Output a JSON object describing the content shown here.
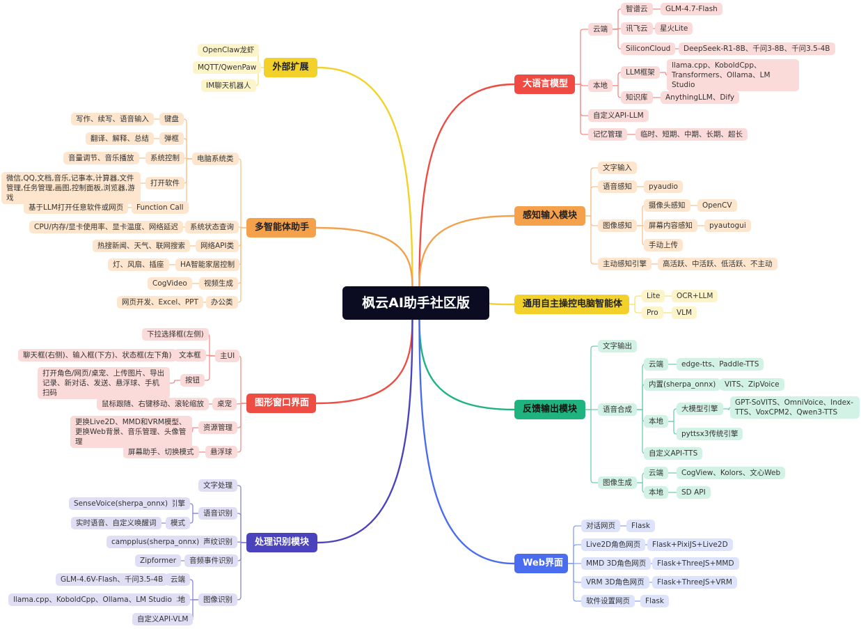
{
  "central": {
    "label": "枫云AI助手社区版"
  },
  "branches": {
    "ext": {
      "label": "外部扩展",
      "color": "#f2d22a",
      "items": [
        "OpenClaw龙虾",
        "MQTT/QwenPaw",
        "IM聊天机器人"
      ]
    },
    "llm": {
      "label": "大语言模型",
      "color": "#ef4b43",
      "cloud": {
        "label": "云端",
        "zhipu": {
          "label": "智谱云",
          "value": "GLM-4.7-Flash"
        },
        "xunfei": {
          "label": "讯飞云",
          "value": "星火Lite"
        },
        "silicon": {
          "label": "SiliconCloud",
          "value": "DeepSeek-R1-8B、千问3-8B、千问3.5-4B"
        }
      },
      "local": {
        "label": "本地",
        "framework": {
          "label": "LLM框架",
          "value": "llama.cpp、KoboldCpp、Transformers、Ollama、LM Studio"
        },
        "kb": {
          "label": "知识库",
          "value": "AnythingLLM、Dify"
        }
      },
      "custom": "自定义API-LLM",
      "memory": {
        "label": "记忆管理",
        "value": "临时、短期、中期、长期、超长"
      }
    },
    "multi": {
      "label": "多智能体助手",
      "color": "#f5a14b",
      "pc": {
        "label": "电脑系统类",
        "keyboard": {
          "label": "键盘",
          "value": "写作、续写、语音输入"
        },
        "popup": {
          "label": "弹框",
          "value": "翻译、解释、总结"
        },
        "sysctl": {
          "label": "系统控制",
          "value": "音量调节、音乐播放"
        },
        "openapp": {
          "label": "打开软件",
          "value": "微信,QQ,文档,音乐,记事本,计算器,文件管理,任务管理,画图,控制面板,浏览器,游戏"
        },
        "fc": {
          "label": "Function Call",
          "value": "基于LLM打开任意软件或网页"
        }
      },
      "status": {
        "label": "系统状态查询",
        "value": "CPU/内存/显卡使用率、显卡温度、网络延迟"
      },
      "netapi": {
        "label": "网络API类",
        "value": "热搜新闻、天气、联网搜索"
      },
      "ha": {
        "label": "HA智能家居控制",
        "value": "灯、风扇、插座"
      },
      "video": {
        "label": "视频生成",
        "value": "CogVideo"
      },
      "office": {
        "label": "办公类",
        "value": "网页开发、Excel、PPT"
      }
    },
    "perc": {
      "label": "感知输入模块",
      "color": "#f5a14b",
      "text": "文字输入",
      "voice": {
        "label": "语音感知",
        "value": "pyaudio"
      },
      "image": {
        "label": "图像感知",
        "cam": {
          "label": "摄像头感知",
          "value": "OpenCV"
        },
        "screen": {
          "label": "屏幕内容感知",
          "value": "pyautogui"
        },
        "upload": "手动上传"
      },
      "active": {
        "label": "主动感知引擎",
        "value": "高活跃、中活跃、低活跃、不主动"
      }
    },
    "agent": {
      "label": "通用自主操控电脑智能体",
      "color": "#f2d22a",
      "lite": {
        "label": "Lite",
        "value": "OCR+LLM"
      },
      "pro": {
        "label": "Pro",
        "value": "VLM"
      }
    },
    "gui": {
      "label": "图形窗口界面",
      "color": "#ee4d44",
      "mainui": {
        "label": "主UI",
        "dropdown": "下拉选择框(左侧)",
        "textbox": {
          "label": "文本框",
          "value": "聊天框(右侧)、输入框(下方)、状态框(左下角)"
        },
        "buttons": {
          "label": "按钮",
          "value": "打开角色/网页/桌宠、上传图片、导出记录、新对话、发送、悬浮球、手机扫码"
        }
      },
      "pet": {
        "label": "桌宠",
        "value": "鼠标跟随、右键移动、滚轮缩放"
      },
      "res": {
        "label": "资源管理",
        "value": "更换Live2D、MMD和VRM模型、更换Web背景、音乐管理、头像管理"
      },
      "float": {
        "label": "悬浮球",
        "value": "屏幕助手、切换模式"
      }
    },
    "fb": {
      "label": "反馈输出模块",
      "color": "#1fb47f",
      "text": "文字输出",
      "tts": {
        "label": "语音合成",
        "cloud": {
          "label": "云端",
          "value": "edge-tts、Paddle-TTS"
        },
        "builtin": {
          "label": "内置(sherpa_onnx)",
          "value": "VITS、ZipVoice"
        },
        "local": {
          "label": "本地",
          "big": {
            "label": "大模型引擎",
            "value": "GPT-SoVITS、OmniVoice、Index-TTS、VoxCPM2、Qwen3-TTS"
          },
          "classic": "pyttsx3传统引擎"
        },
        "custom": "自定义API-TTS"
      },
      "imggen": {
        "label": "图像生成",
        "cloud": {
          "label": "云端",
          "value": "CogView、Kolors、文心Web"
        },
        "local": {
          "label": "本地",
          "value": "SD API"
        }
      }
    },
    "proc": {
      "label": "处理识别模块",
      "color": "#4a43bd",
      "text": "文字处理",
      "asr": {
        "label": "语音识别",
        "engine": {
          "label": "引擎",
          "value": "SenseVoice(sherpa_onnx)"
        },
        "mode": {
          "label": "模式",
          "value": "实时语音、自定义唤醒词"
        }
      },
      "vpr": {
        "label": "声纹识别",
        "value": "campplus(sherpa_onnx)"
      },
      "aed": {
        "label": "音频事件识别",
        "value": "Zipformer"
      },
      "vision": {
        "label": "图像识别",
        "cloud": {
          "label": "云端",
          "value": "GLM-4.6V-Flash、千问3.5-4B"
        },
        "local": {
          "label": "本地",
          "value": "llama.cpp、KoboldCpp、Ollama、LM Studio"
        },
        "custom": "自定义API-VLM"
      }
    },
    "web": {
      "label": "Web界面",
      "color": "#4a6df0",
      "chat": {
        "label": "对话网页",
        "value": "Flask"
      },
      "live2d": {
        "label": "Live2D角色网页",
        "value": "Flask+PixiJS+Live2D"
      },
      "mmd": {
        "label": "MMD 3D角色网页",
        "value": "Flask+ThreeJS+MMD"
      },
      "vrm": {
        "label": "VRM 3D角色网页",
        "value": "Flask+ThreeJS+VRM"
      },
      "settings": {
        "label": "软件设置网页",
        "value": "Flask"
      }
    }
  }
}
